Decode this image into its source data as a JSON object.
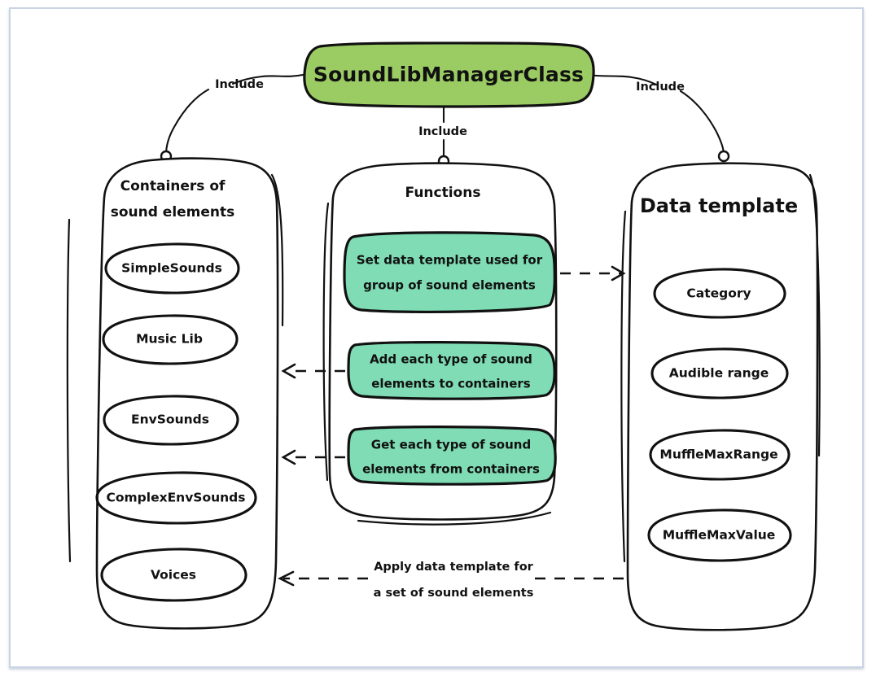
{
  "diagram": {
    "title": "SoundLibManagerClass",
    "title_fill": "#9BCB63",
    "node_fill": "#8AC8F0",
    "function_fill": "#7FDCB4",
    "ink_color": "#111111",
    "page_border_color": "#C9D4E4",
    "include_labels": {
      "left": "Include",
      "center": "Include",
      "right": "Include"
    },
    "groups": {
      "containers": {
        "heading_line1": "Containers of",
        "heading_line2": "sound elements",
        "items": [
          {
            "label": "SimpleSounds"
          },
          {
            "label": "Music Lib"
          },
          {
            "label": "EnvSounds"
          },
          {
            "label": "ComplexEnvSounds"
          },
          {
            "label": "Voices"
          }
        ]
      },
      "functions": {
        "heading": "Functions",
        "items": [
          {
            "line1": "Set data template used for",
            "line2": "group of sound elements"
          },
          {
            "line1": "Add each type of sound",
            "line2": "elements to containers"
          },
          {
            "line1": "Get each type of sound",
            "line2": "elements from containers"
          }
        ]
      },
      "data_template": {
        "heading": "Data template",
        "items": [
          {
            "label": "Category"
          },
          {
            "label": "Audible range"
          },
          {
            "label": "MuffleMaxRange"
          },
          {
            "label": "MuffleMaxValue"
          }
        ]
      }
    },
    "edges": [
      {
        "name": "set-data-template-to-data-template",
        "label": "",
        "direction": "right"
      },
      {
        "name": "add-elements-to-containers",
        "label": "",
        "direction": "left"
      },
      {
        "name": "get-elements-from-containers",
        "label": "",
        "direction": "left"
      },
      {
        "name": "apply-data-template",
        "label_line1": "Apply data template for",
        "label_line2": "a set of sound elements",
        "direction": "left"
      }
    ],
    "apply_edge": {
      "line1": "Apply data template for",
      "line2": "a set of sound elements"
    }
  }
}
